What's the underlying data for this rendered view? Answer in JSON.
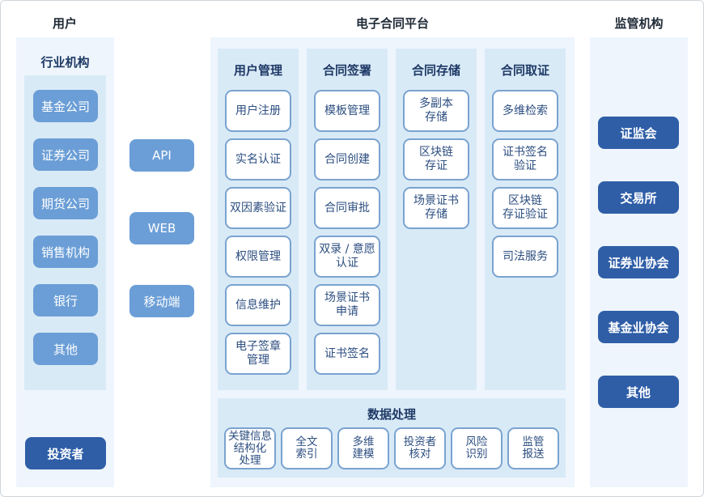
{
  "headers": {
    "users": "用户",
    "platform": "电子合同平台",
    "regulators": "监管机构"
  },
  "users": {
    "group_title": "行业机构",
    "items": [
      "基金公司",
      "证券公司",
      "期货公司",
      "销售机构",
      "银行",
      "其他"
    ],
    "investor": "投资者"
  },
  "channels": [
    "API",
    "WEB",
    "移动端"
  ],
  "platform": {
    "columns": [
      {
        "title": "用户管理",
        "items": [
          "用户注册",
          "实名认证",
          "双因素验证",
          "权限管理",
          "信息维护",
          "电子签章\n管理"
        ]
      },
      {
        "title": "合同签署",
        "items": [
          "模板管理",
          "合同创建",
          "合同审批",
          "双录 / 意愿\n认证",
          "场景证书\n申请",
          "证书签名"
        ]
      },
      {
        "title": "合同存储",
        "items": [
          "多副本\n存储",
          "区块链\n存证",
          "场景证书\n存储"
        ]
      },
      {
        "title": "合同取证",
        "items": [
          "多维检索",
          "证书签名\n验证",
          "区块链\n存证验证",
          "司法服务"
        ]
      }
    ],
    "data_processing": {
      "title": "数据处理",
      "items": [
        "关键信息\n结构化\n处理",
        "全文\n索引",
        "多维\n建模",
        "投资者\n核对",
        "风险\n识别",
        "监管\n报送"
      ]
    }
  },
  "regulators": [
    "证监会",
    "交易所",
    "证券业协会",
    "基金业协会",
    "其他"
  ],
  "colors": {
    "light_button": "#6b9ed6",
    "dark_button": "#2f5ea7",
    "panel_bg": "#eef5fc",
    "subpanel_bg": "#d9eaf7",
    "card_border": "#7aa3d0"
  }
}
